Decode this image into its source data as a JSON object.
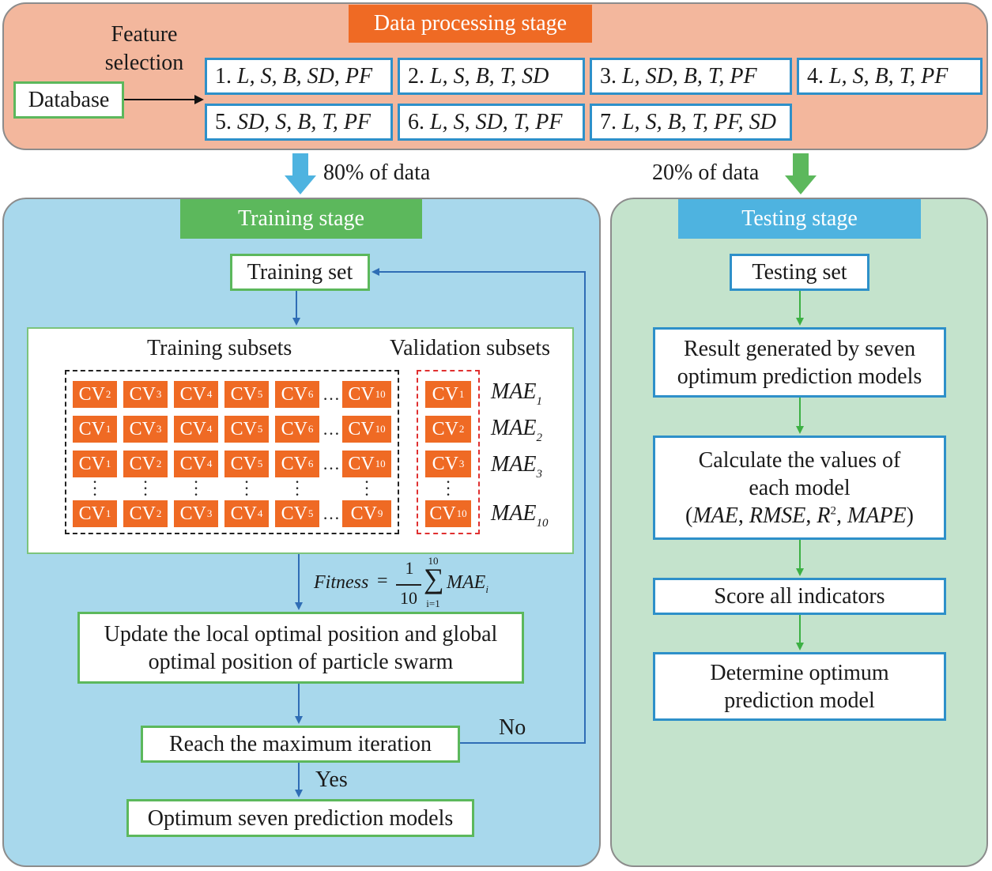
{
  "data_stage": {
    "title": "Data processing stage",
    "feature_selection": [
      "Feature",
      "selection"
    ],
    "database": "Database",
    "combos": [
      {
        "num": "1.",
        "vars": "L, S, B, SD, PF"
      },
      {
        "num": "2.",
        "vars": "L, S, B, T, SD"
      },
      {
        "num": "3.",
        "vars": "L, SD, B, T, PF"
      },
      {
        "num": "4.",
        "vars": "L, S, B, T, PF"
      },
      {
        "num": "5.",
        "vars": "SD, S, B, T, PF"
      },
      {
        "num": "6.",
        "vars": "L, S, SD, T, PF"
      },
      {
        "num": "7.",
        "vars": "L, S, B, T, PF, SD"
      }
    ]
  },
  "split": {
    "train": "80% of data",
    "test": "20% of data"
  },
  "training": {
    "title": "Training stage",
    "training_set": "Training set",
    "training_subsets": "Training subsets",
    "validation_subsets": "Validation subsets",
    "cv_prefix": "CV",
    "rows": [
      {
        "train": [
          "2",
          "3",
          "4",
          "5",
          "6",
          "10"
        ],
        "val": "1",
        "mae": "1"
      },
      {
        "train": [
          "1",
          "3",
          "4",
          "5",
          "6",
          "10"
        ],
        "val": "2",
        "mae": "2"
      },
      {
        "train": [
          "1",
          "2",
          "4",
          "5",
          "6",
          "10"
        ],
        "val": "3",
        "mae": "3"
      },
      {
        "train": [
          "1",
          "2",
          "3",
          "4",
          "5",
          "9"
        ],
        "val": "10",
        "mae": "10"
      }
    ],
    "mae_label": "MAE",
    "fitness": {
      "lhs": "Fitness",
      "eq": "=",
      "num": "1",
      "den": "10",
      "sum": "∑",
      "upper": "10",
      "lower": "i=1",
      "term": "MAE",
      "sub": "i"
    },
    "update": "Update the local optimal position and global optimal position of particle swarm",
    "reach": "Reach the maximum iteration",
    "no": "No",
    "yes": "Yes",
    "optimum": "Optimum seven prediction models"
  },
  "testing": {
    "title": "Testing stage",
    "testing_set": "Testing set",
    "result": "Result generated by seven optimum prediction models",
    "calc_line1": "Calculate the values of",
    "calc_line2": "each model",
    "calc_metrics": {
      "open": "(",
      "mae": "MAE",
      "rmse": "RMSE",
      "r": "R",
      "r_sup": "2",
      "mape": "MAPE",
      "close": ")",
      "sep": ", "
    },
    "score": "Score all indicators",
    "determine": "Determine optimum prediction model"
  },
  "colors": {
    "data_panel": "#f3b79d",
    "data_banner": "#ef6a24",
    "train_panel": "#a8d8ec",
    "train_banner": "#5cb85c",
    "test_panel": "#c4e3cc",
    "test_banner": "#4eb3e0",
    "cv": "#ef6a24",
    "blue_arrow": "#2f6db5",
    "green_arrow": "#3cb043"
  }
}
